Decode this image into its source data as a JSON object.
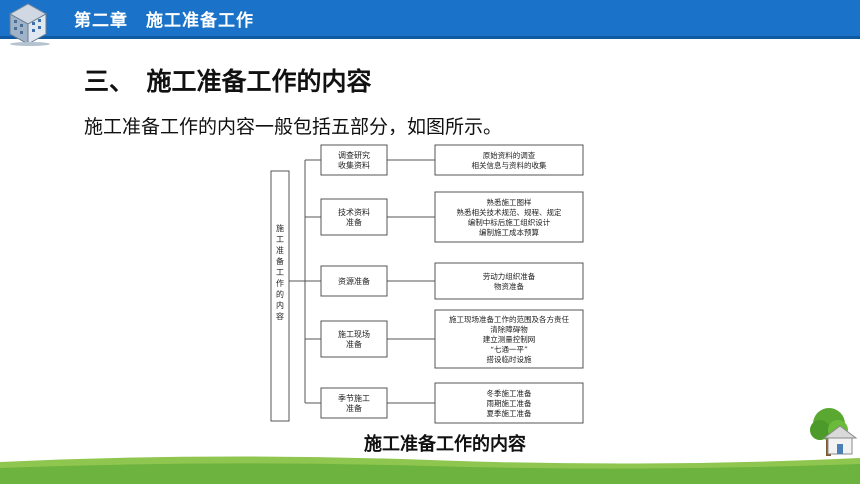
{
  "header": {
    "chapter": "第二章　施工准备工作"
  },
  "section": {
    "title": "三、　施工准备工作的内容",
    "intro": "施工准备工作的内容一般包括五部分，如图所示。"
  },
  "diagram": {
    "root": "施工准备工作的内容",
    "branches": [
      {
        "label": [
          "调查研究",
          "收集资料"
        ],
        "details": [
          "原始资料的调查",
          "相关信息与资料的收集"
        ]
      },
      {
        "label": [
          "技术资料",
          "准备"
        ],
        "details": [
          "熟悉施工图样",
          "熟悉相关技术规范、规程、规定",
          "编制中标后施工组织设计",
          "编制施工成本预算"
        ]
      },
      {
        "label": [
          "资源准备"
        ],
        "details": [
          "劳动力组织准备",
          "物资准备"
        ]
      },
      {
        "label": [
          "施工现场",
          "准备"
        ],
        "details": [
          "施工现场准备工作的范围及各方责任",
          "清除障碍物",
          "建立测量控制网",
          "“七通一平”",
          "搭设临时设施"
        ]
      },
      {
        "label": [
          "季节施工",
          "准备"
        ],
        "details": [
          "冬季施工准备",
          "雨期施工准备",
          "夏季施工准备"
        ]
      }
    ]
  },
  "caption": "施工准备工作的内容",
  "colors": {
    "header_bar": "#1a73c8",
    "header_line": "#0d5aa3",
    "text": "#111111",
    "diagram_stroke": "#555555",
    "grass": "#6db33f"
  }
}
